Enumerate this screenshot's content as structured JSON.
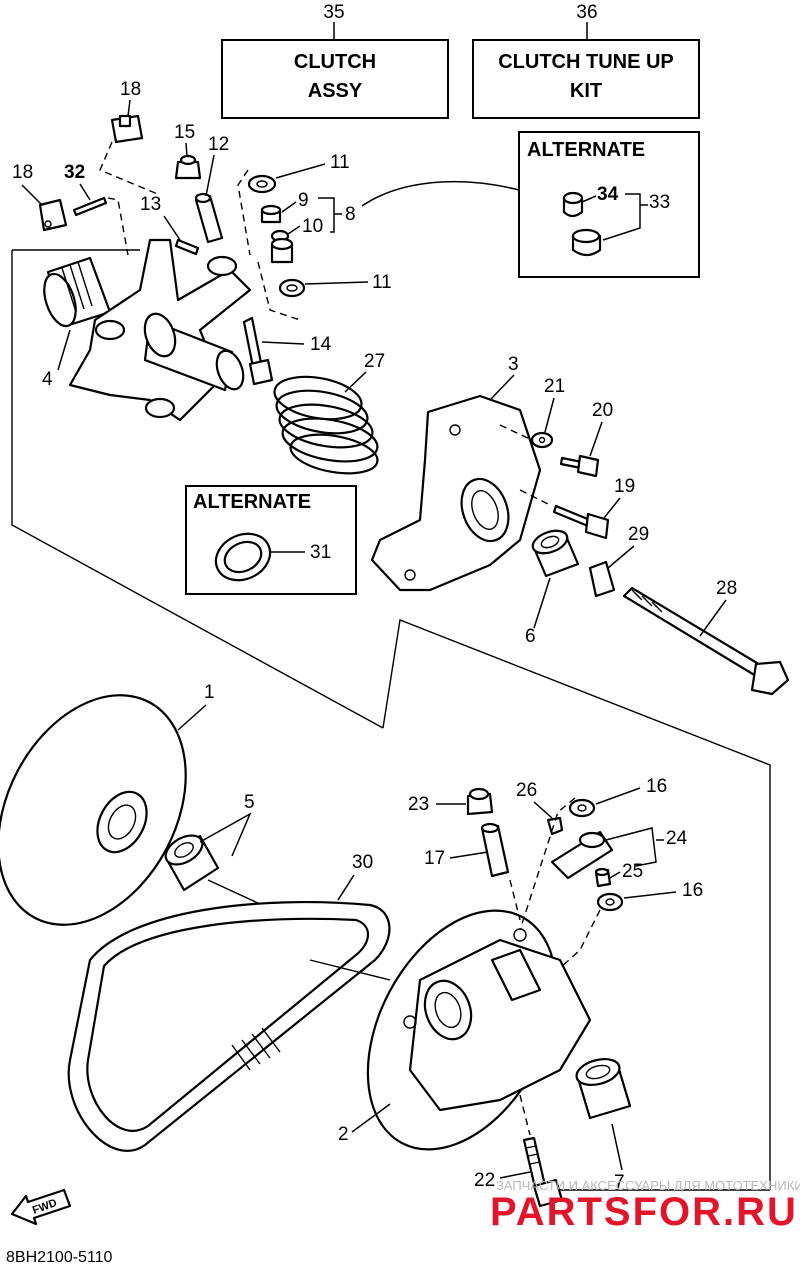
{
  "boxes": {
    "clutch_assy": {
      "ref": "35",
      "line1": "CLUTCH",
      "line2": "ASSY"
    },
    "tune_up_kit": {
      "ref": "36",
      "line1": "CLUTCH TUNE UP",
      "line2": "KIT"
    },
    "alternate_top": {
      "title": "ALTERNATE"
    },
    "alternate_mid": {
      "title": "ALTERNATE"
    }
  },
  "labels": {
    "p1": "1",
    "p2": "2",
    "p3": "3",
    "p4": "4",
    "p5": "5",
    "p6": "6",
    "p7": "7",
    "p8": "8",
    "p9": "9",
    "p10": "10",
    "p11a": "11",
    "p11b": "11",
    "p12": "12",
    "p13": "13",
    "p14": "14",
    "p15": "15",
    "p16a": "16",
    "p16b": "16",
    "p17": "17",
    "p18a": "18",
    "p18b": "18",
    "p19": "19",
    "p20": "20",
    "p21": "21",
    "p22": "22",
    "p23": "23",
    "p24": "24",
    "p25": "25",
    "p26": "26",
    "p27": "27",
    "p28": "28",
    "p29": "29",
    "p30": "30",
    "p31": "31",
    "p32": "32",
    "p33": "33",
    "p34": "34"
  },
  "fwd": "FWD",
  "diagram_code": "8BH2100-5110",
  "watermark": {
    "tagline": "ЗАПЧАСТИ И АКСЕССУАРЫ ДЛЯ МОТОТЕХНИКИ",
    "brand": "PARTSFOR.RU"
  }
}
